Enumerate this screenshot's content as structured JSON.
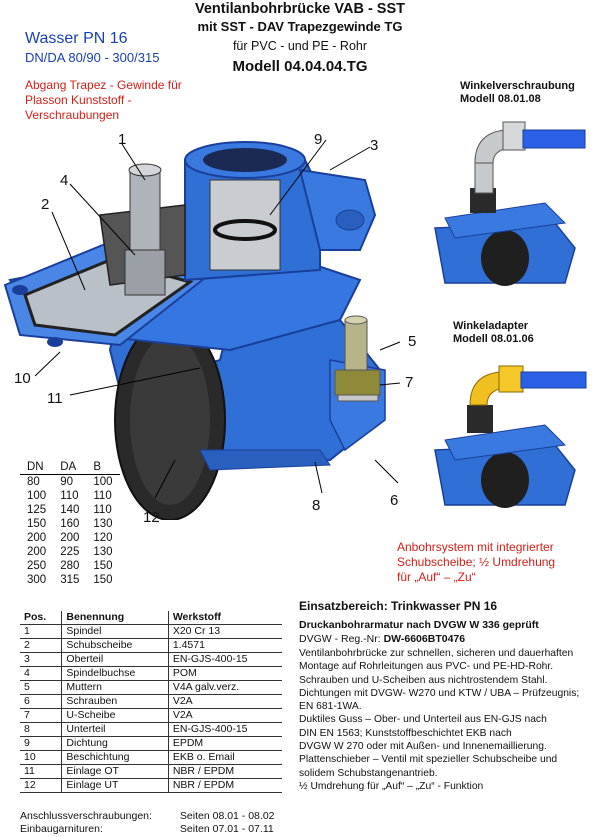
{
  "header": {
    "title": "Ventilanbohrbrücke VAB - SST",
    "subtitle": "mit SST - DAV Trapezgewinde  TG",
    "for": "für PVC - und PE - Rohr",
    "model": "Modell 04.04.04.TG"
  },
  "left_info": {
    "medium": "Wasser PN 16",
    "dnda": "DN/DA 80/90 - 300/315",
    "abgang": "Abgang Trapez - Gewinde für Plasson Kunststoff - Verschraubungen"
  },
  "right_products": {
    "winkelverschraubung": [
      "Winkelverschraubung",
      "Modell 08.01.08"
    ],
    "winkeladapter": [
      "Winkeladapter",
      "Modell 08.01.06"
    ],
    "anbohrsystem": [
      "Anbohrsystem mit integrierter",
      "Schubscheibe;  ½ Umdrehung",
      "für „Auf“ – „Zu“"
    ]
  },
  "callouts": {
    "c1": "1",
    "c2": "2",
    "c3": "3",
    "c4": "4",
    "c5": "5",
    "c6": "6",
    "c7": "7",
    "c8": "8",
    "c9": "9",
    "c10": "10",
    "c11": "11",
    "c12": "12"
  },
  "dims_table": {
    "headers": [
      "DN",
      "DA",
      "B"
    ],
    "rows": [
      [
        "80",
        "90",
        "100"
      ],
      [
        "100",
        "110",
        "110"
      ],
      [
        "125",
        "140",
        "110"
      ],
      [
        "150",
        "160",
        "130"
      ],
      [
        "200",
        "200",
        "120"
      ],
      [
        "200",
        "225",
        "130"
      ],
      [
        "250",
        "280",
        "150"
      ],
      [
        "300",
        "315",
        "150"
      ]
    ]
  },
  "parts_table": {
    "headers": [
      "Pos.",
      "Benennung",
      "Werkstoff"
    ],
    "rows": [
      [
        "1",
        "Spindel",
        "X20 Cr 13"
      ],
      [
        "2",
        "Schubscheibe",
        "1.4571"
      ],
      [
        "3",
        "Oberteil",
        "EN-GJS-400-15"
      ],
      [
        "4",
        "Spindelbuchse",
        "POM"
      ],
      [
        "5",
        "Muttern",
        "V4A galv.verz."
      ],
      [
        "6",
        "Schrauben",
        "V2A"
      ],
      [
        "7",
        "U-Scheibe",
        "V2A"
      ],
      [
        "8",
        "Unterteil",
        "EN-GJS-400-15"
      ],
      [
        "9",
        "Dichtung",
        "EPDM"
      ],
      [
        "10",
        "Beschichtung",
        "EKB o. Email"
      ],
      [
        "11",
        "Einlage OT",
        "NBR / EPDM"
      ],
      [
        "12",
        "Einlage UT",
        "NBR / EPDM"
      ]
    ]
  },
  "description": {
    "einsatz": "Einsatzbereich:  Trinkwasser PN 16",
    "druck": "Druckanbohrarmatur nach DVGW W 336 geprüft",
    "reg_label": "DVGW - Reg.-Nr:",
    "reg_value": "DW-6606BT0476",
    "lines": [
      "Ventilanbohrbrücke zur schnellen, sicheren und dauerhaften",
      "Montage auf Rohrleitungen aus PVC- und PE-HD-Rohr.",
      "Schrauben und U-Scheiben aus nichtrostendem Stahl.",
      "Dichtungen mit DVGW- W270 und KTW / UBA – Prüfzeugnis;",
      "EN 681-1WA.",
      "Duktiles Guss – Ober- und Unterteil aus EN-GJS nach",
      "DIN EN  1563;  Kunststoffbeschichtet EKB nach",
      "DVGW W 270 oder mit Außen- und Innenemaillierung.",
      "Plattenschieber – Ventil mit spezieller Schubscheibe und",
      "solidem Schubstangenantrieb.",
      "½ Umdrehung für „Auf“ – „Zu“ - Funktion"
    ]
  },
  "footer": {
    "r1_label": "Anschlussverschraubungen:",
    "r1_value": "Seiten 08.01 - 08.02",
    "r2_label": "Einbaugarnituren:",
    "r2_value": "Seiten 07.01 - 07.11"
  },
  "colors": {
    "body_blue": "#2f6fd6",
    "dark_blue": "#1a3f9a",
    "accent_red": "#d0201a",
    "title_blue": "#1a3fb0"
  }
}
